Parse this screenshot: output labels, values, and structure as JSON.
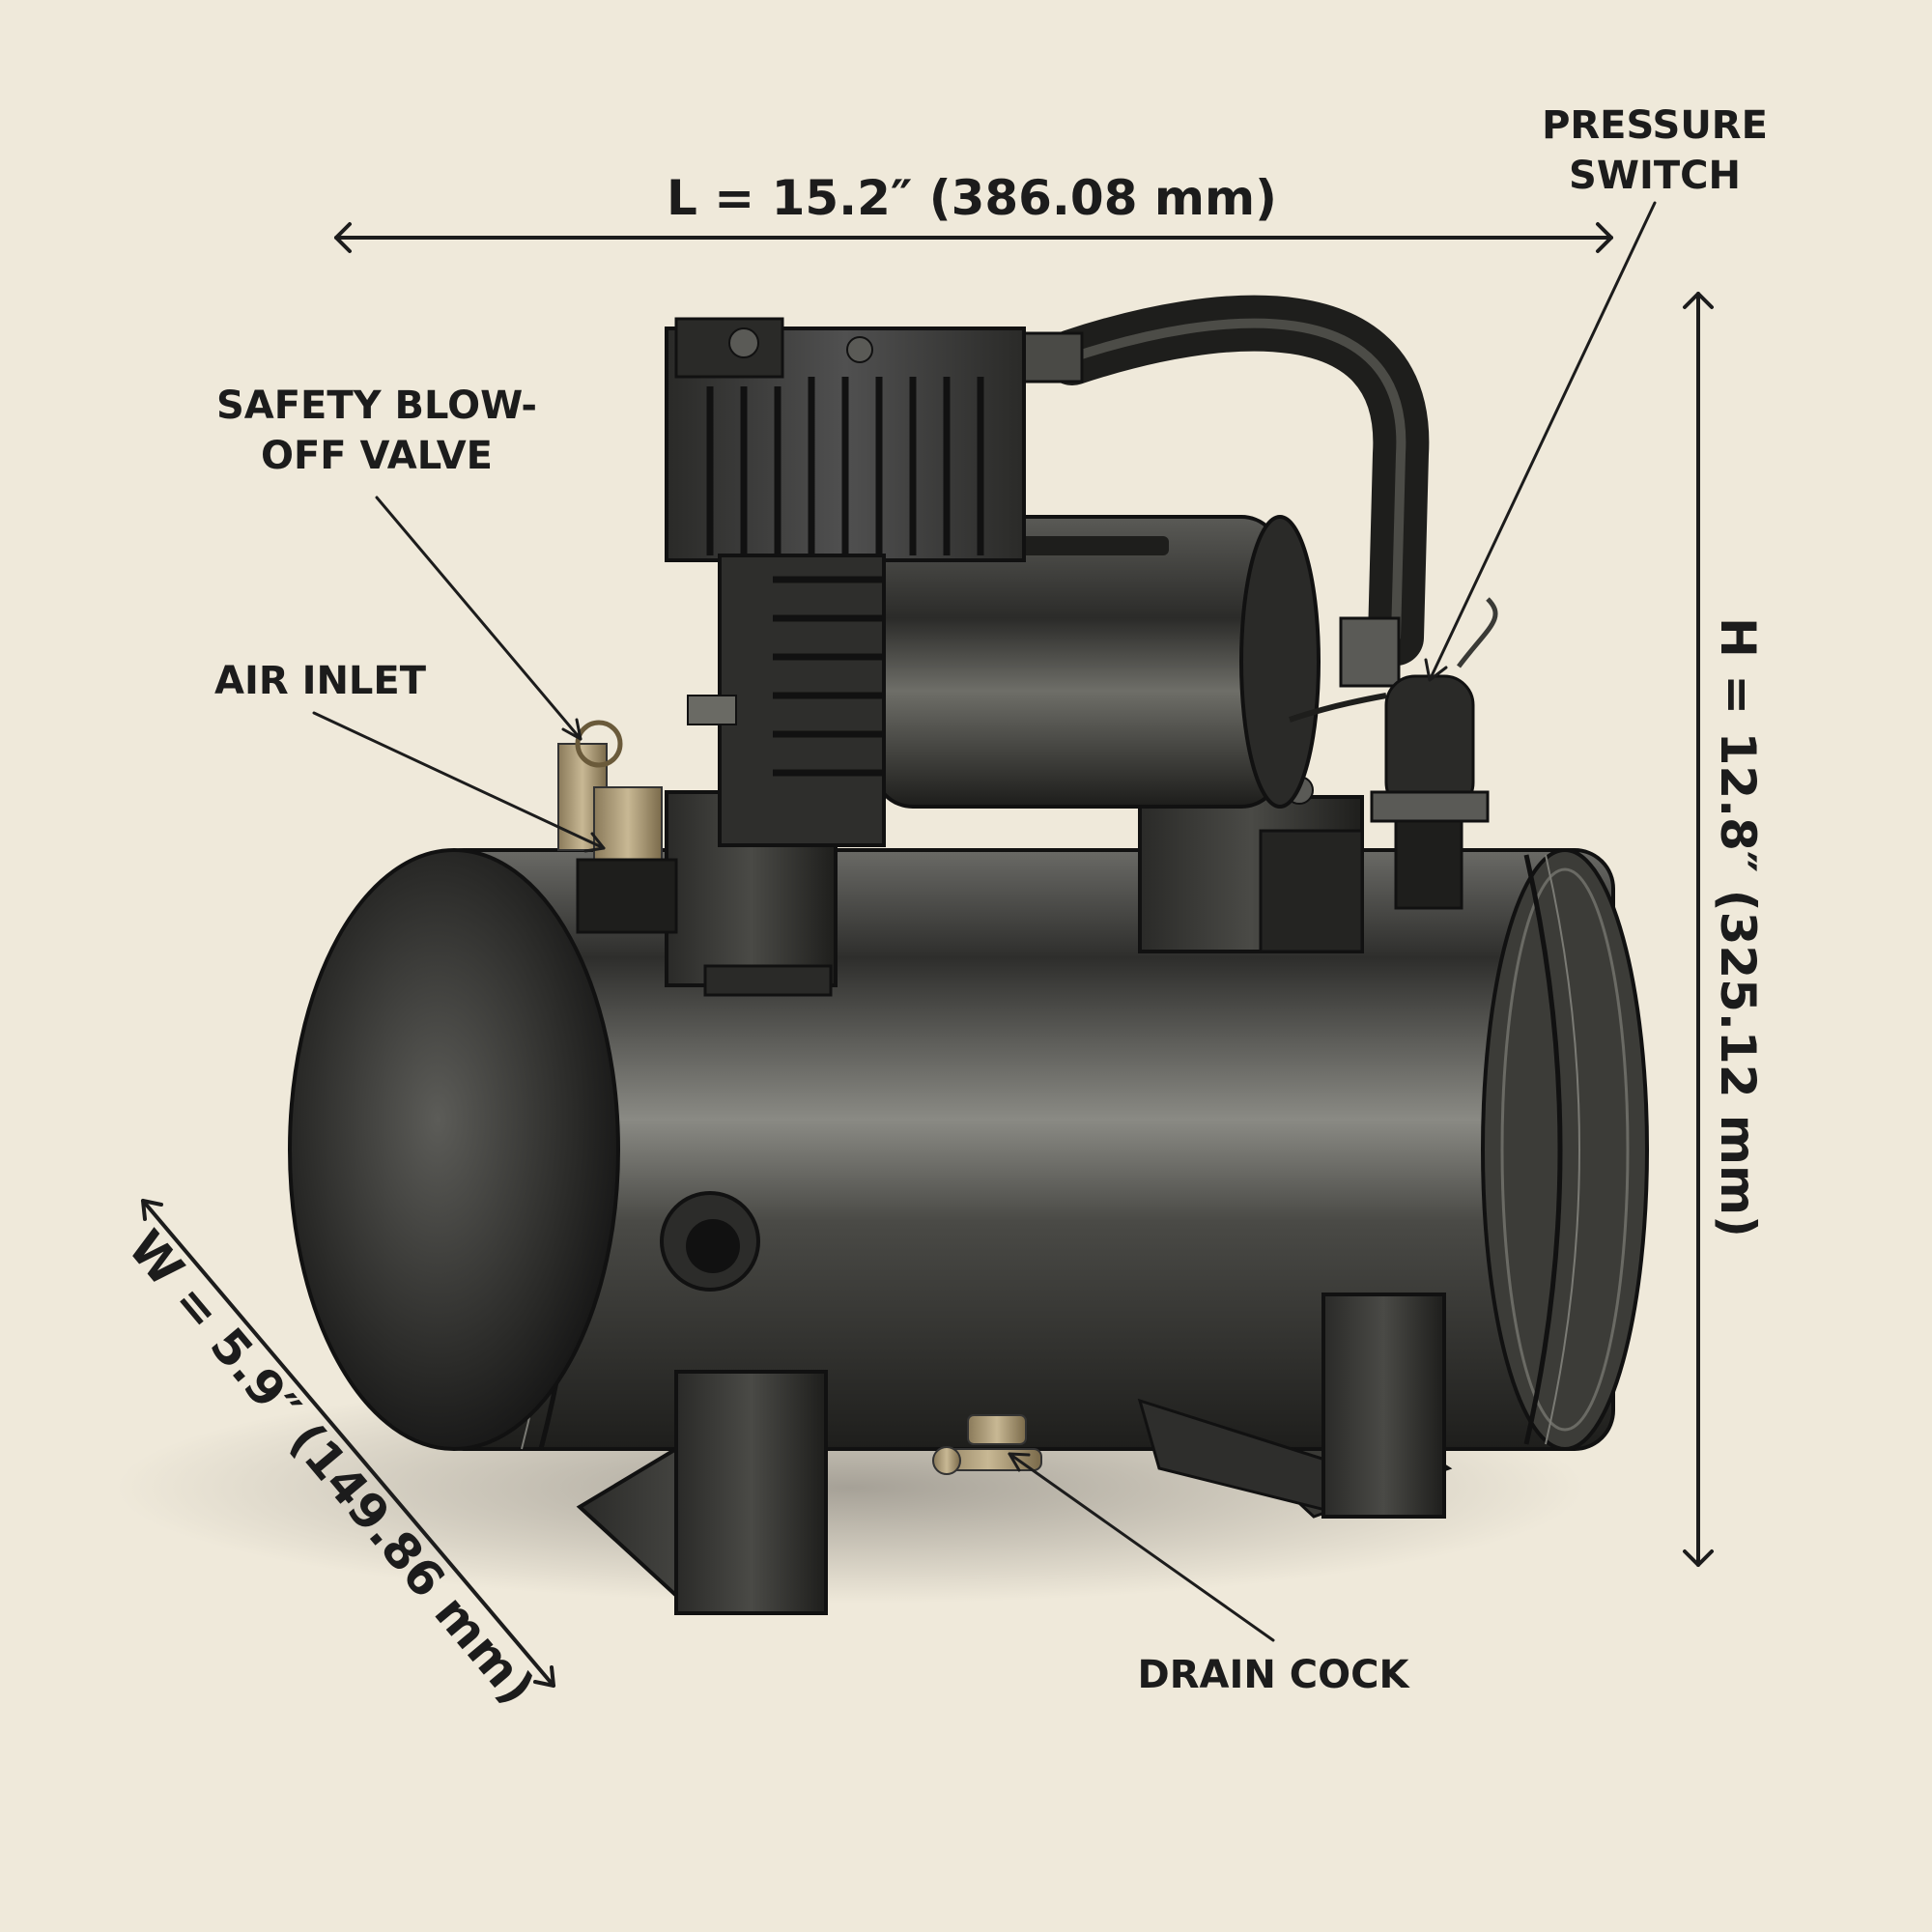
{
  "dimensions": {
    "length": "L = 15.2″ (386.08 mm)",
    "height": "H = 12.8″ (325.12 mm)",
    "width": "W = 5.9″ (149.86 mm)"
  },
  "callouts": {
    "pressure_switch": [
      "PRESSURE",
      "SWITCH"
    ],
    "safety_valve": [
      "SAFETY BLOW-",
      "OFF VALVE"
    ],
    "air_inlet": "AIR INLET",
    "drain_cock": "DRAIN COCK"
  },
  "colors": {
    "background": "#efe9da",
    "ink": "#1c1c1c"
  }
}
